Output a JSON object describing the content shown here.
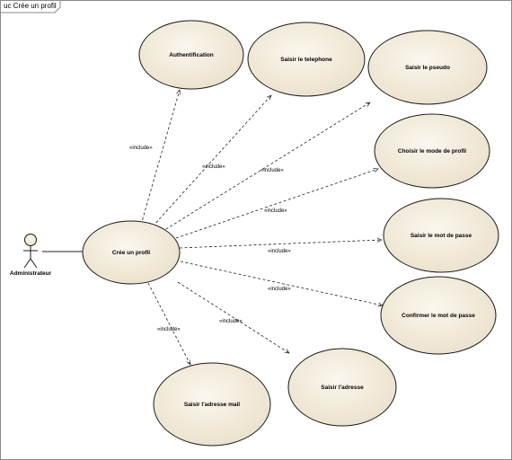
{
  "diagram": {
    "frame_label": "uc Crée un profil",
    "actor": {
      "name": "Administrateur"
    },
    "central_use_case": "Crée un profil",
    "use_cases": [
      "Authentification",
      "Saisir le telephone",
      "Saisir le pseudo",
      "Choisir le mode de profil",
      "Saisir le mot de passe",
      "Confirmer le mot de passe",
      "Saisir l'adresse",
      "Saisir l'adresse mail"
    ],
    "include_label": "«include»",
    "colors": {
      "ellipse_fill": "#f3ecdc",
      "ellipse_stroke": "#1a1a1a",
      "line": "#222222",
      "frame": "#8a8a8a"
    }
  }
}
